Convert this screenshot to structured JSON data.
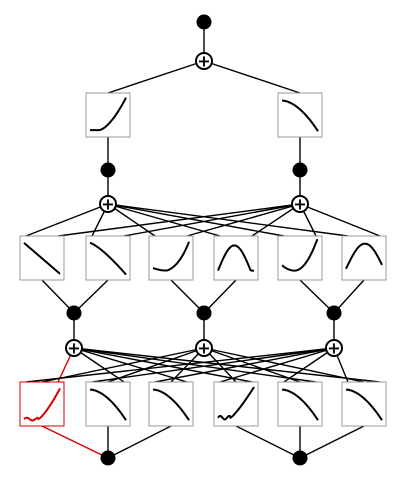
{
  "diagram": {
    "type": "network",
    "sum_symbol": "+",
    "colors": {
      "edge": "#000000",
      "node": "#000000",
      "highlight": "#d40000",
      "box_border": "#999999",
      "curve": "#000000"
    },
    "layers": [
      {
        "id": "output-node",
        "kind": "node",
        "count": 1
      },
      {
        "id": "output-sum",
        "kind": "sum",
        "count": 1
      },
      {
        "id": "layer-2-functions",
        "kind": "function-box",
        "count": 2,
        "curves": [
          "rise-sharp",
          "fall-smooth"
        ]
      },
      {
        "id": "layer-2-nodes",
        "kind": "node",
        "count": 2
      },
      {
        "id": "layer-2-sums",
        "kind": "sum",
        "count": 2
      },
      {
        "id": "layer-1-functions",
        "kind": "function-box",
        "count": 6,
        "curves": [
          "linear-decrease",
          "fall-gentle",
          "convex-up",
          "bump",
          "u-shape",
          "hump"
        ]
      },
      {
        "id": "layer-1-nodes",
        "kind": "node",
        "count": 3
      },
      {
        "id": "layer-1-sums",
        "kind": "sum",
        "count": 3
      },
      {
        "id": "layer-0-functions",
        "kind": "function-box",
        "count": 6,
        "curves": [
          "wiggle-rise",
          "fall-smooth",
          "fall-smooth",
          "wiggle-rise-2",
          "fall-smooth",
          "fall-smooth"
        ],
        "highlighted_index": 0
      },
      {
        "id": "input-nodes",
        "kind": "node",
        "count": 2
      }
    ]
  }
}
